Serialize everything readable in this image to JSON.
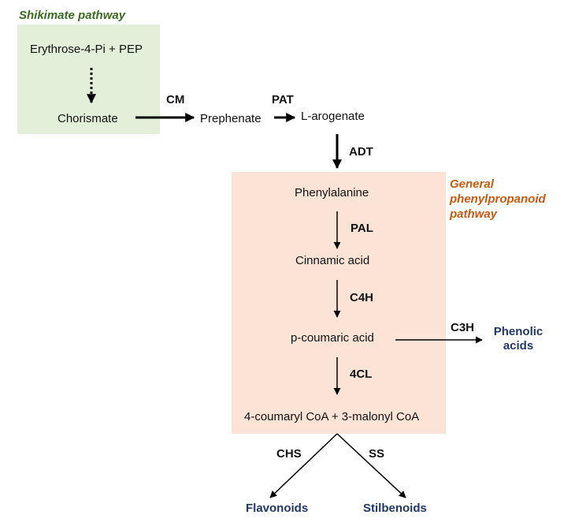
{
  "colors": {
    "shikimate_box": "#e2f0d9",
    "shikimate_title": "#3a6b1e",
    "phenylpropanoid_box": "#fbe3d6",
    "phenylpropanoid_title": "#c55a11",
    "product_text": "#1f3864",
    "arrow": "#000000"
  },
  "regions": {
    "shikimate_title": "Shikimate pathway",
    "phenylpropanoid_title": [
      "General",
      "phenylpropanoid",
      "pathway"
    ]
  },
  "metabolites": {
    "erythrose": "Erythrose-4-Pi + PEP",
    "chorismate": "Chorismate",
    "prephenate": "Prephenate",
    "arogenate": "L-arogenate",
    "phenylalanine": "Phenylalanine",
    "cinnamic": "Cinnamic acid",
    "coumaric": "p-coumaric acid",
    "coa": "4-coumaryl CoA + 3-malonyl CoA"
  },
  "enzymes": {
    "cm": "CM",
    "pat": "PAT",
    "adt": "ADT",
    "pal": "PAL",
    "c4h": "C4H",
    "c3h": "C3H",
    "fourcl": "4CL",
    "chs": "CHS",
    "ss": "SS"
  },
  "products": {
    "phenolic": [
      "Phenolic",
      "acids"
    ],
    "flavonoids": "Flavonoids",
    "stilbenoids": "Stilbenoids"
  }
}
